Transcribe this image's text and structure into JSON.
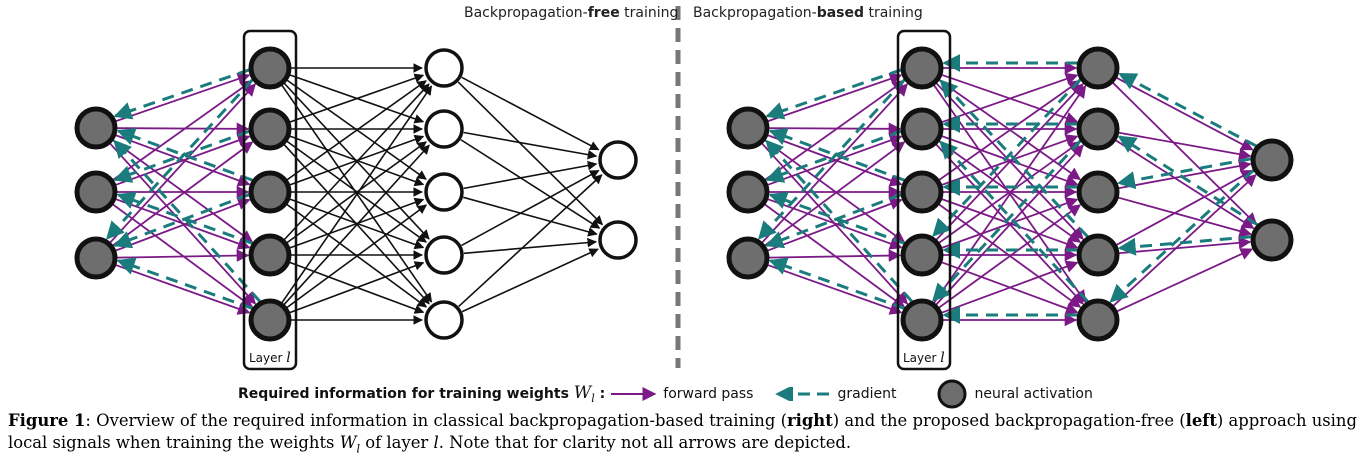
{
  "left_panel": {
    "title_prefix": "Backpropagation-",
    "title_bold": "free",
    "title_suffix": " training",
    "layer_label": "Layer",
    "layer_var": "l"
  },
  "right_panel": {
    "title_prefix": "Backpropagation-",
    "title_bold": "based",
    "title_suffix": " training",
    "layer_label": "Layer",
    "layer_var": "l"
  },
  "legend": {
    "label": "Required information for training weights",
    "weights_var": "W",
    "weights_sub": "l",
    "colon": " :",
    "forward": "forward pass",
    "gradient": "gradient",
    "activation": "neural activation"
  },
  "colors": {
    "forward": "#7b1a86",
    "gradient": "#1a7c7c",
    "activation_fill": "#6e6e6e",
    "outline": "#111111"
  },
  "caption": {
    "fig": "Figure 1",
    "p1": ": Overview of the required information in classical backpropagation-based training (",
    "b1": "right",
    "p2": ") and the proposed backpropagation-free (",
    "b2": "left",
    "p3": ") approach using local signals when training the weights ",
    "w": "W",
    "wsub": "l",
    "p4": " of layer ",
    "l": "l",
    "p5": ". Note that for clarity not all arrows are depicted."
  }
}
